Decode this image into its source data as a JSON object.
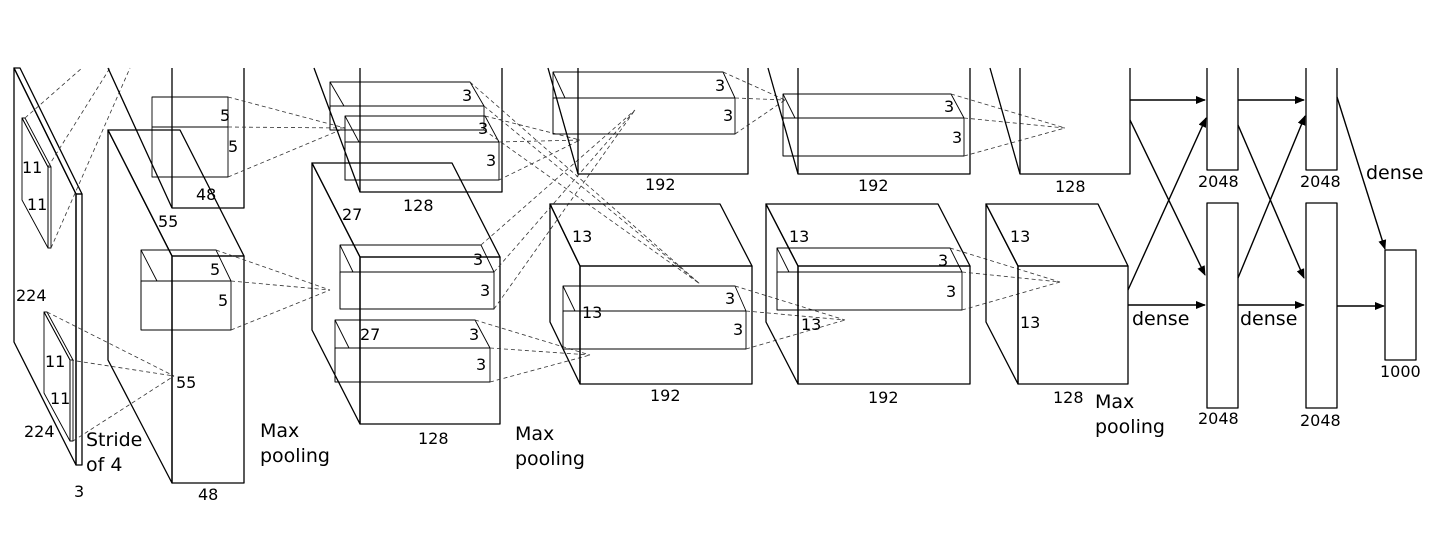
{
  "input": {
    "size": "224",
    "size_bottom": "224",
    "channels": "3",
    "kernel_h": "11",
    "kernel_w": "11",
    "kernel2_h": "11",
    "kernel2_w": "11",
    "stride_text": "Stride of 4"
  },
  "conv1": {
    "dim": "55",
    "dim_mid": "55",
    "depth_top": "48",
    "depth_bottom": "48",
    "k1a": "5",
    "k1b": "5",
    "k2a": "5",
    "k2b": "5"
  },
  "conv2": {
    "depth_top": "128",
    "depth_bottom": "128",
    "dim": "27",
    "dim_inner": "27",
    "k": [
      "3",
      "3",
      "3",
      "3",
      "3",
      "3",
      "3"
    ]
  },
  "conv3": {
    "depth_top": "192",
    "depth_bottom": "192",
    "dim": "13",
    "dim_inner": "13",
    "k": [
      "3",
      "3",
      "3",
      "3"
    ]
  },
  "conv4": {
    "depth_top": "192",
    "depth_bottom": "192",
    "dim": "13",
    "dim_mid": "13",
    "k": [
      "3",
      "3",
      "3",
      "3"
    ]
  },
  "conv5": {
    "depth_top": "128",
    "depth_bottom": "128",
    "dim": "13",
    "dim_inner": "13"
  },
  "dense": {
    "fc1_top": "2048",
    "fc1_bottom": "2048",
    "fc2_top": "2048",
    "fc2_bottom": "2048",
    "out": "1000"
  },
  "labels": {
    "max_pooling": "Max pooling",
    "dense": "dense"
  }
}
